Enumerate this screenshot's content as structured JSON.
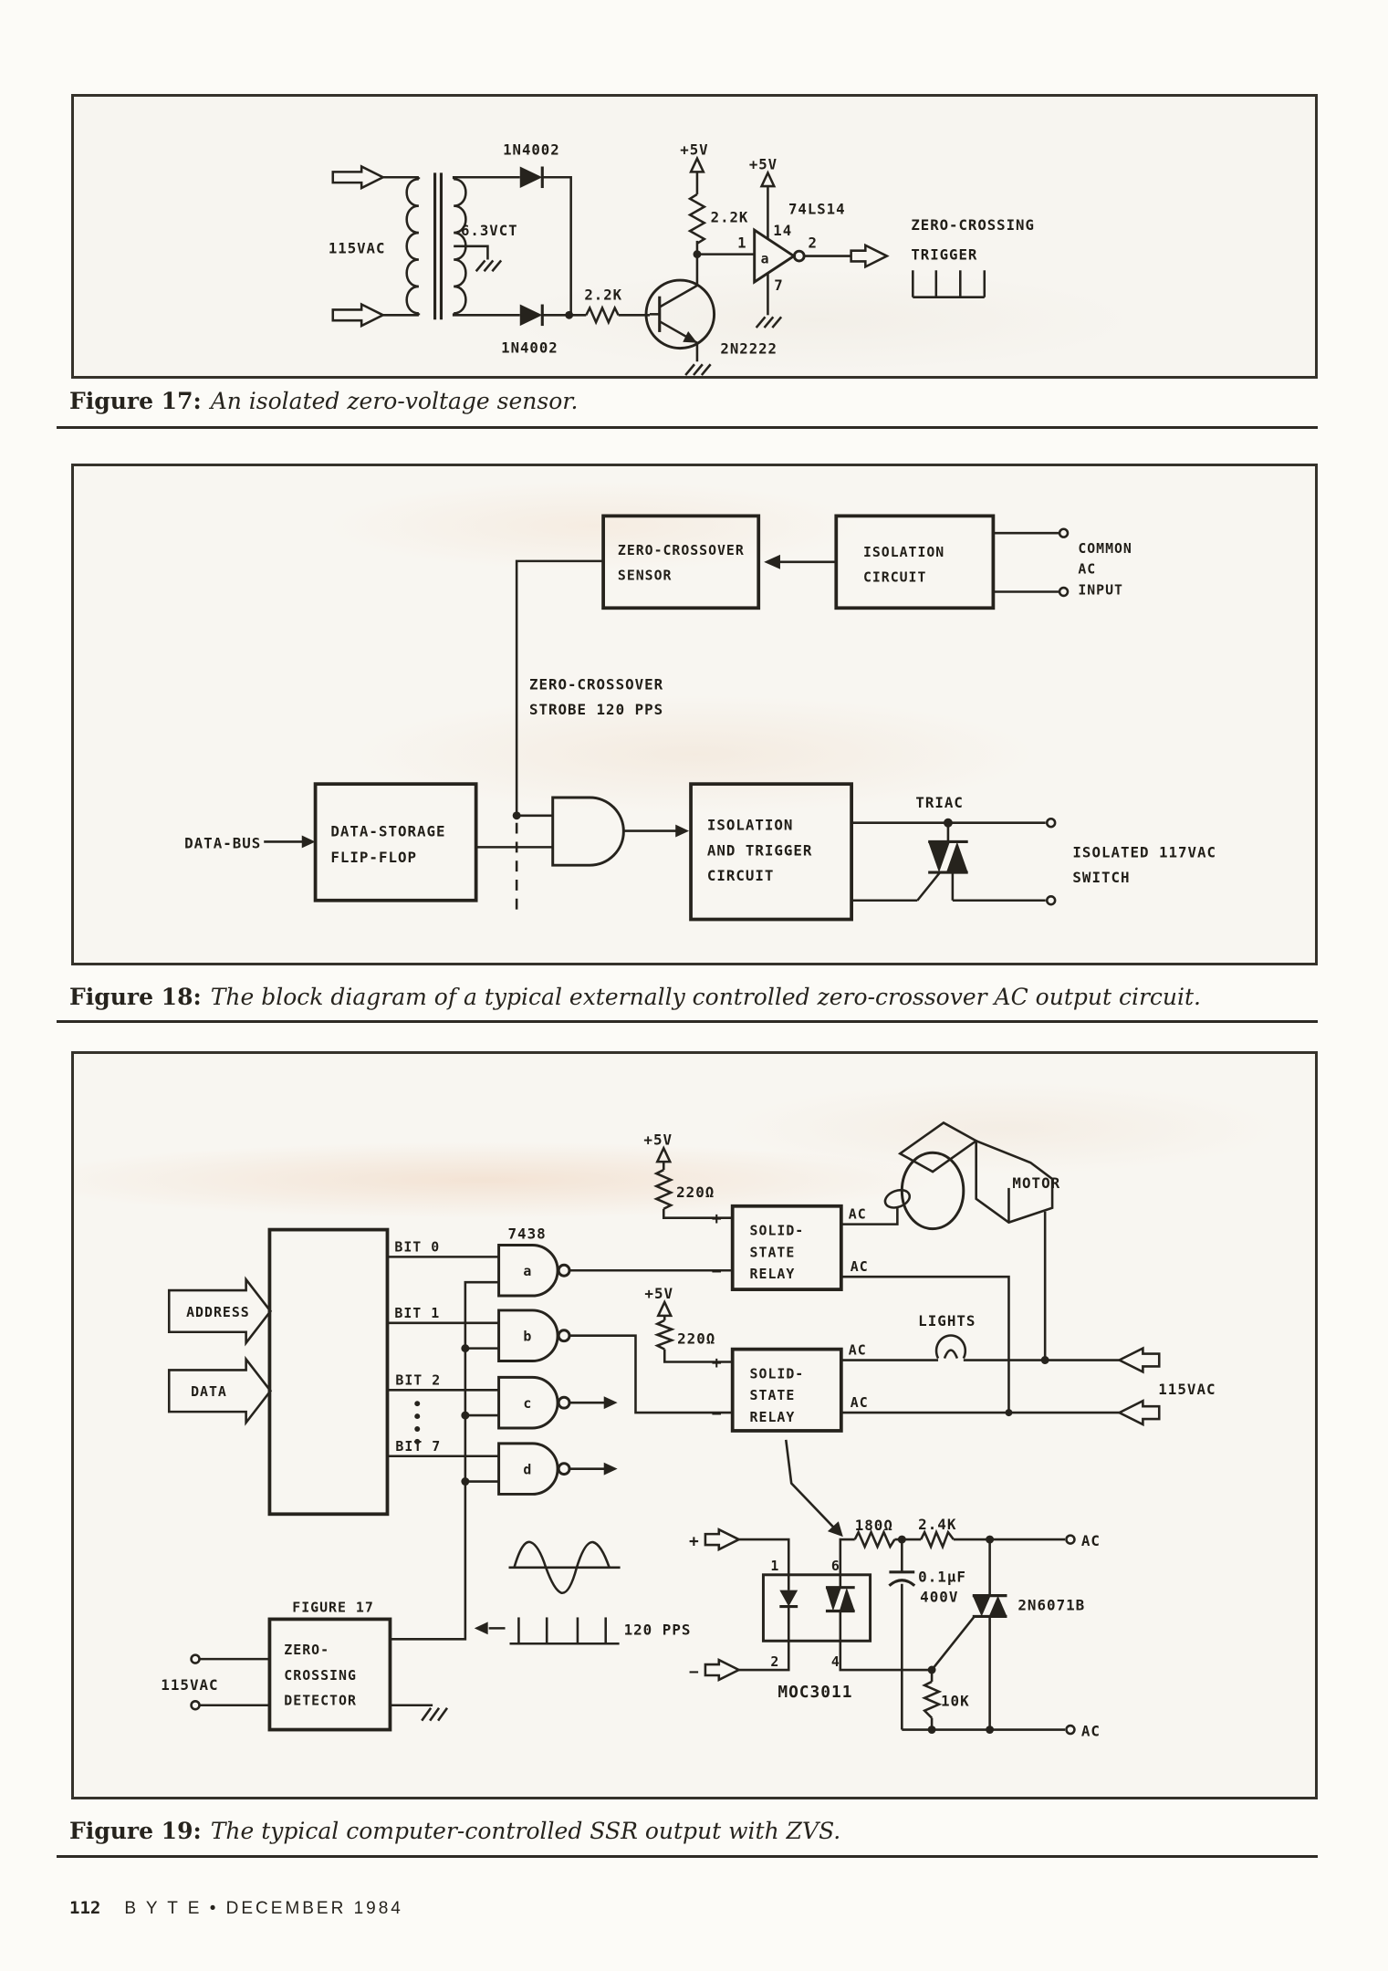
{
  "captions": {
    "fig17_title": "Figure 17:",
    "fig17_text": "An isolated zero-voltage sensor.",
    "fig18_title": "Figure 18:",
    "fig18_text": "The block diagram of a typical externally controlled zero-crossover AC output circuit.",
    "fig19_title": "Figure 19:",
    "fig19_text": "The typical computer-controlled SSR output with ZVS."
  },
  "footer": {
    "page_number": "112",
    "magazine": "B Y T E  •  DECEMBER 1984"
  },
  "fig17": {
    "ac_in": "115VAC",
    "xfmr": "6.3VCT",
    "d_top": "1N4002",
    "d_bot": "1N4002",
    "r_series": "2.2K",
    "r_pullup": "2.2K",
    "vcc1": "+5V",
    "vcc2": "+5V",
    "ic": "74LS14",
    "pin14": "14",
    "pin1": "1",
    "pin7": "7",
    "pin2": "2",
    "gate": "a",
    "q1": "2N2222",
    "out1": "ZERO-CROSSING",
    "out2": "TRIGGER"
  },
  "fig18": {
    "sensor1": "ZERO-CROSSOVER",
    "sensor2": "SENSOR",
    "iso1": "ISOLATION",
    "iso2": "CIRCUIT",
    "common": "COMMON",
    "ac": "AC",
    "input": "INPUT",
    "strobe1": "ZERO-CROSSOVER",
    "strobe2": "STROBE 120 PPS",
    "databus": "DATA-BUS",
    "ff1": "DATA-STORAGE",
    "ff2": "FLIP-FLOP",
    "trg1": "ISOLATION",
    "trg2": "AND TRIGGER",
    "trg3": "CIRCUIT",
    "triac": "TRIAC",
    "switch1": "ISOLATED 117VAC",
    "switch2": "SWITCH"
  },
  "fig19": {
    "vcc": "+5V",
    "r220": "220Ω",
    "relay1": "SOLID-",
    "relay2": "STATE",
    "relay3": "RELAY",
    "plus": "+",
    "minus": "−",
    "ac": "AC",
    "motor": "MOTOR",
    "lights": "LIGHTS",
    "vac": "115VAC",
    "ic": "7438",
    "gate_a": "a",
    "gate_b": "b",
    "gate_c": "c",
    "gate_d": "d",
    "bit0": "BIT 0",
    "bit1": "BIT 1",
    "bit2": "BIT 2",
    "bit7": "BIT 7",
    "address": "ADDRESS",
    "data": "DATA",
    "figref": "FIGURE 17",
    "det1": "ZERO-",
    "det2": "CROSSING",
    "det3": "DETECTOR",
    "pps": "120 PPS",
    "r180": "180Ω",
    "r24": "2.4K",
    "cap_val": "0.1µF",
    "cap_v": "400V",
    "moc": "MOC3011",
    "p1": "1",
    "p2": "2",
    "p4": "4",
    "p6": "6",
    "q": "2N6071B",
    "r10k": "10K"
  }
}
